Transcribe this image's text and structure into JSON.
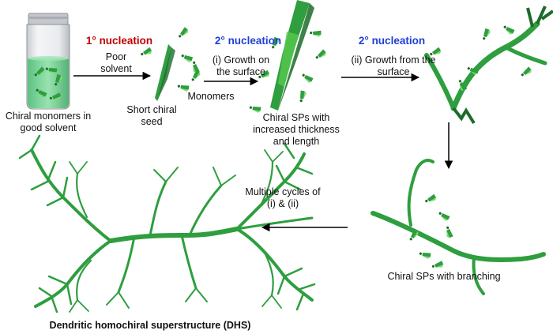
{
  "steps": {
    "nuc1_title": "1° nucleation",
    "nuc1_text": "Poor\nsolvent",
    "nuc2a_title": "2° nucleation",
    "nuc2a_text": "(i) Growth on\nthe surface",
    "nuc2b_title": "2° nucleation",
    "nuc2b_text": "(ii) Growth from the\nsurface",
    "cycles_text": "Multiple cycles of\n(i) & (ii)"
  },
  "labels": {
    "vial": "Chiral monomers in\ngood solvent",
    "seed": "Short chiral\nseed",
    "monomers": "Monomers",
    "thick": "Chiral SPs with\nincreased thickness\nand length",
    "branching": "Chiral SPs with branching",
    "dhs": "Dendritic homochiral superstructure (DHS)"
  },
  "colors": {
    "red": "#c00000",
    "blue": "#1f3fd6",
    "green": "#2e9e3e",
    "light_green": "#56c94e",
    "dark_green": "#1c6b2a"
  }
}
